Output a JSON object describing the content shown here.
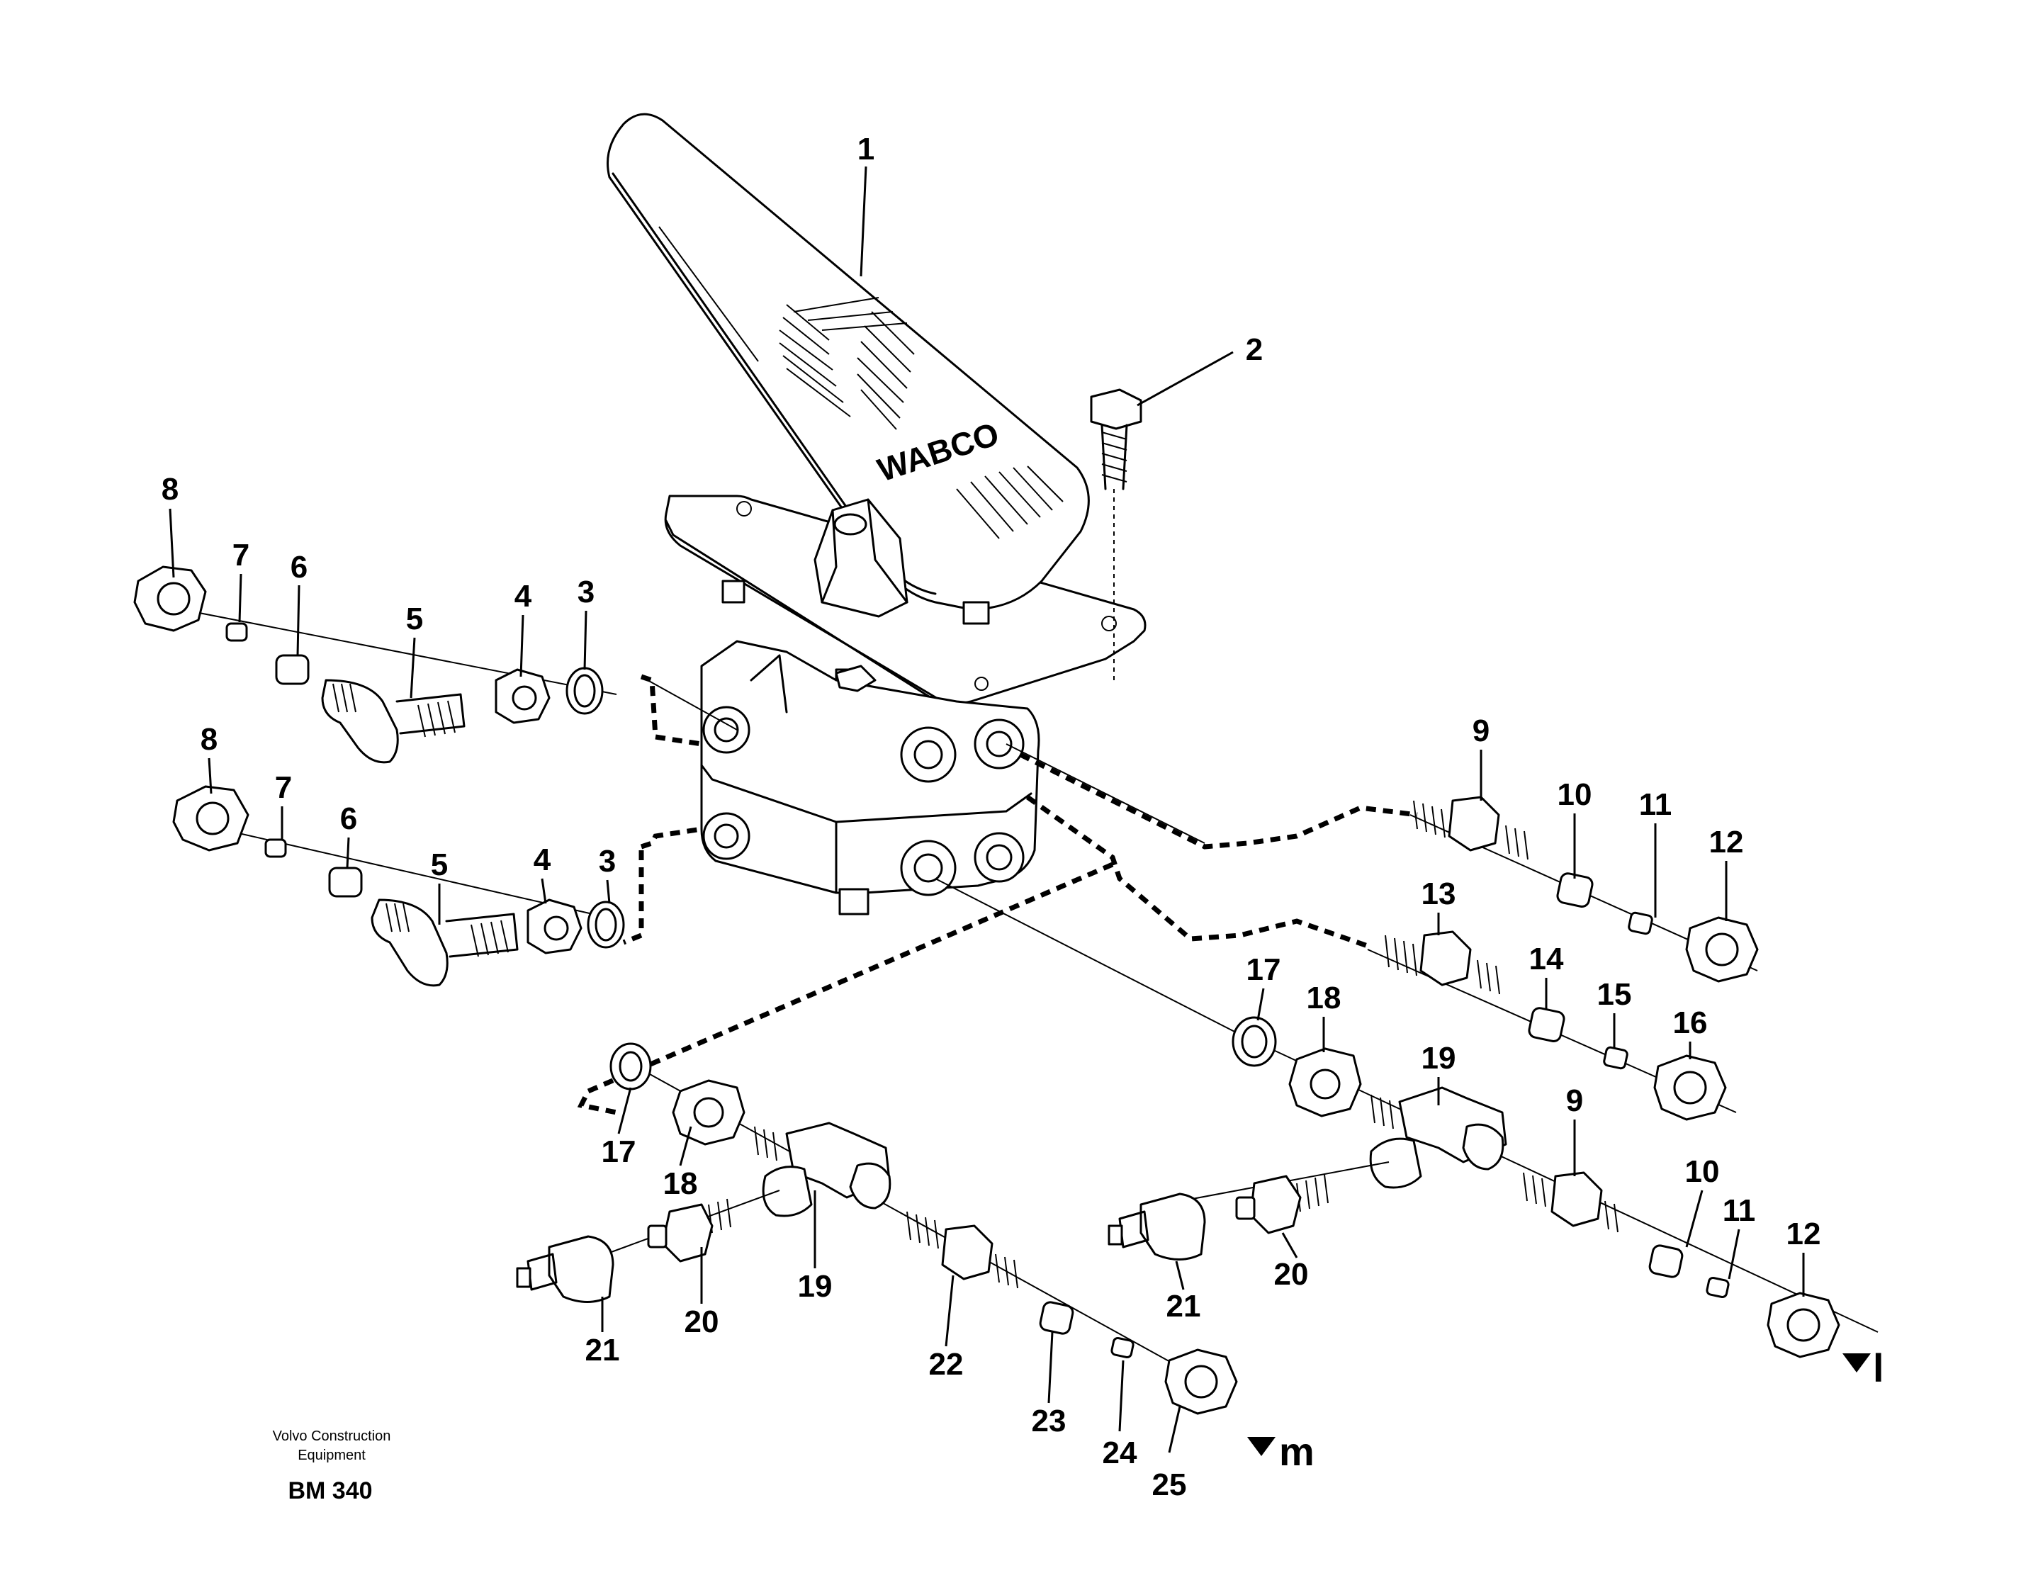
{
  "brand": {
    "line1": "Volvo Construction",
    "line2": "Equipment",
    "code": "BM 340"
  },
  "pedal_marking": "WABCO",
  "refs": {
    "l": "l",
    "m": "m"
  },
  "labels": {
    "p1": "1",
    "p2": "2",
    "p3a": "3",
    "p3b": "3",
    "p4a": "4",
    "p4b": "4",
    "p5a": "5",
    "p5b": "5",
    "p6a": "6",
    "p6b": "6",
    "p7a": "7",
    "p7b": "7",
    "p8a": "8",
    "p8b": "8",
    "p9a": "9",
    "p9b": "9",
    "p10a": "10",
    "p10b": "10",
    "p11a": "11",
    "p11b": "11",
    "p12a": "12",
    "p12b": "12",
    "p13": "13",
    "p14": "14",
    "p15": "15",
    "p16": "16",
    "p17a": "17",
    "p17b": "17",
    "p18a": "18",
    "p18b": "18",
    "p19a": "19",
    "p19b": "19",
    "p20a": "20",
    "p20b": "20",
    "p21a": "21",
    "p21b": "21",
    "p22": "22",
    "p23": "23",
    "p24": "24",
    "p25": "25"
  }
}
